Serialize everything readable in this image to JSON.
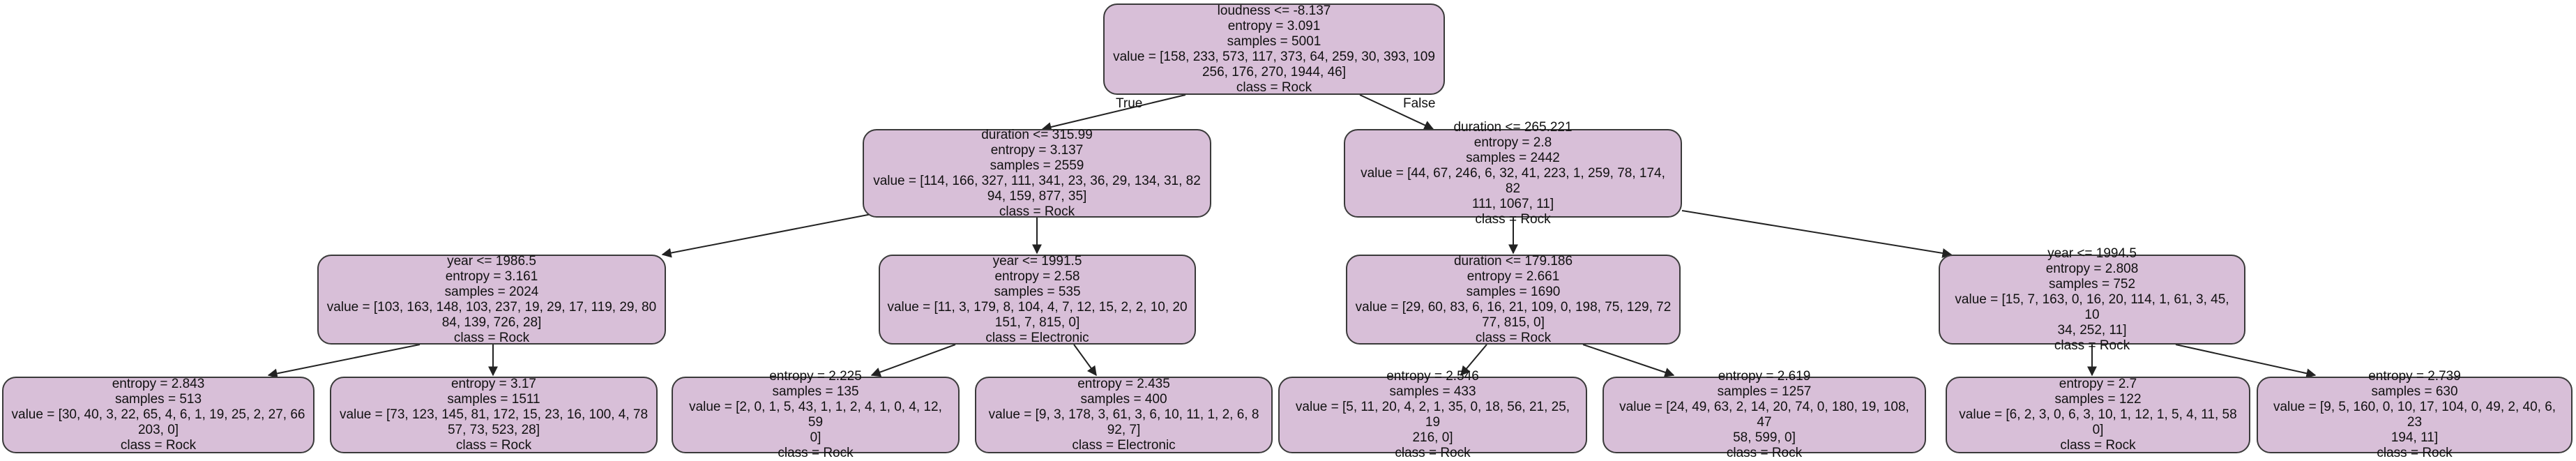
{
  "colors": {
    "node_fill": "#d8bfd8",
    "node_border": "#3a3a3a",
    "edge": "#222222"
  },
  "edge_labels": {
    "true_label": "True",
    "false_label": "False"
  },
  "nodes": {
    "root": {
      "split": "loudness <= -8.137",
      "entropy": "entropy = 3.091",
      "samples": "samples = 5001",
      "value1": "value = [158, 233, 573, 117, 373, 64, 259, 30, 393, 109",
      "value2": "256, 176, 270, 1944, 46]",
      "cls": "class = Rock"
    },
    "n1": {
      "split": "duration <= 315.99",
      "entropy": "entropy = 3.137",
      "samples": "samples = 2559",
      "value1": "value = [114, 166, 327, 111, 341, 23, 36, 29, 134, 31, 82",
      "value2": "94, 159, 877, 35]",
      "cls": "class = Rock"
    },
    "n2": {
      "split": "duration <= 265.221",
      "entropy": "entropy = 2.8",
      "samples": "samples = 2442",
      "value1": "value = [44, 67, 246, 6, 32, 41, 223, 1, 259, 78, 174, 82",
      "value2": "111, 1067, 11]",
      "cls": "class = Rock"
    },
    "n3": {
      "split": "year <= 1986.5",
      "entropy": "entropy = 3.161",
      "samples": "samples = 2024",
      "value1": "value = [103, 163, 148, 103, 237, 19, 29, 17, 119, 29, 80",
      "value2": "84, 139, 726, 28]",
      "cls": "class = Rock"
    },
    "n4": {
      "split": "year <= 1991.5",
      "entropy": "entropy = 2.58",
      "samples": "samples = 535",
      "value1": "value = [11, 3, 179, 8, 104, 4, 7, 12, 15, 2, 2, 10, 20",
      "value2": "151, 7, 815, 0]",
      "cls": "class = Electronic"
    },
    "n5": {
      "split": "duration <= 179.186",
      "entropy": "entropy = 2.661",
      "samples": "samples = 1690",
      "value1": "value = [29, 60, 83, 6, 16, 21, 109, 0, 198, 75, 129, 72",
      "value2": "77, 815, 0]",
      "cls": "class = Rock"
    },
    "n6": {
      "split": "year <= 1994.5",
      "entropy": "entropy = 2.808",
      "samples": "samples = 752",
      "value1": "value = [15, 7, 163, 0, 16, 20, 114, 1, 61, 3, 45, 10",
      "value2": "34, 252, 11]",
      "cls": "class = Rock"
    },
    "l1": {
      "entropy": "entropy = 2.843",
      "samples": "samples = 513",
      "value1": "value = [30, 40, 3, 22, 65, 4, 6, 1, 19, 25, 2, 27, 66",
      "value2": "203, 0]",
      "cls": "class = Rock"
    },
    "l2": {
      "entropy": "entropy = 3.17",
      "samples": "samples = 1511",
      "value1": "value = [73, 123, 145, 81, 172, 15, 23, 16, 100, 4, 78",
      "value2": "57, 73, 523, 28]",
      "cls": "class = Rock"
    },
    "l3": {
      "entropy": "entropy = 2.225",
      "samples": "samples = 135",
      "value1": "value = [2, 0, 1, 5, 43, 1, 1, 2, 4, 1, 0, 4, 12, 59",
      "value2": "0]",
      "cls": "class = Rock"
    },
    "l4": {
      "entropy": "entropy = 2.435",
      "samples": "samples = 400",
      "value1": "value = [9, 3, 178, 3, 61, 3, 6, 10, 11, 1, 2, 6, 8",
      "value2": "92, 7]",
      "cls": "class = Electronic"
    },
    "l5": {
      "entropy": "entropy = 2.546",
      "samples": "samples = 433",
      "value1": "value = [5, 11, 20, 4, 2, 1, 35, 0, 18, 56, 21, 25, 19",
      "value2": "216, 0]",
      "cls": "class = Rock"
    },
    "l6": {
      "entropy": "entropy = 2.619",
      "samples": "samples = 1257",
      "value1": "value = [24, 49, 63, 2, 14, 20, 74, 0, 180, 19, 108, 47",
      "value2": "58, 599, 0]",
      "cls": "class = Rock"
    },
    "l7": {
      "entropy": "entropy = 2.7",
      "samples": "samples = 122",
      "value1": "value = [6, 2, 3, 0, 6, 3, 10, 1, 12, 1, 5, 4, 11, 58",
      "value2": "0]",
      "cls": "class = Rock"
    },
    "l8": {
      "entropy": "entropy = 2.739",
      "samples": "samples = 630",
      "value1": "value = [9, 5, 160, 0, 10, 17, 104, 0, 49, 2, 40, 6, 23",
      "value2": "194, 11]",
      "cls": "class = Rock"
    }
  }
}
